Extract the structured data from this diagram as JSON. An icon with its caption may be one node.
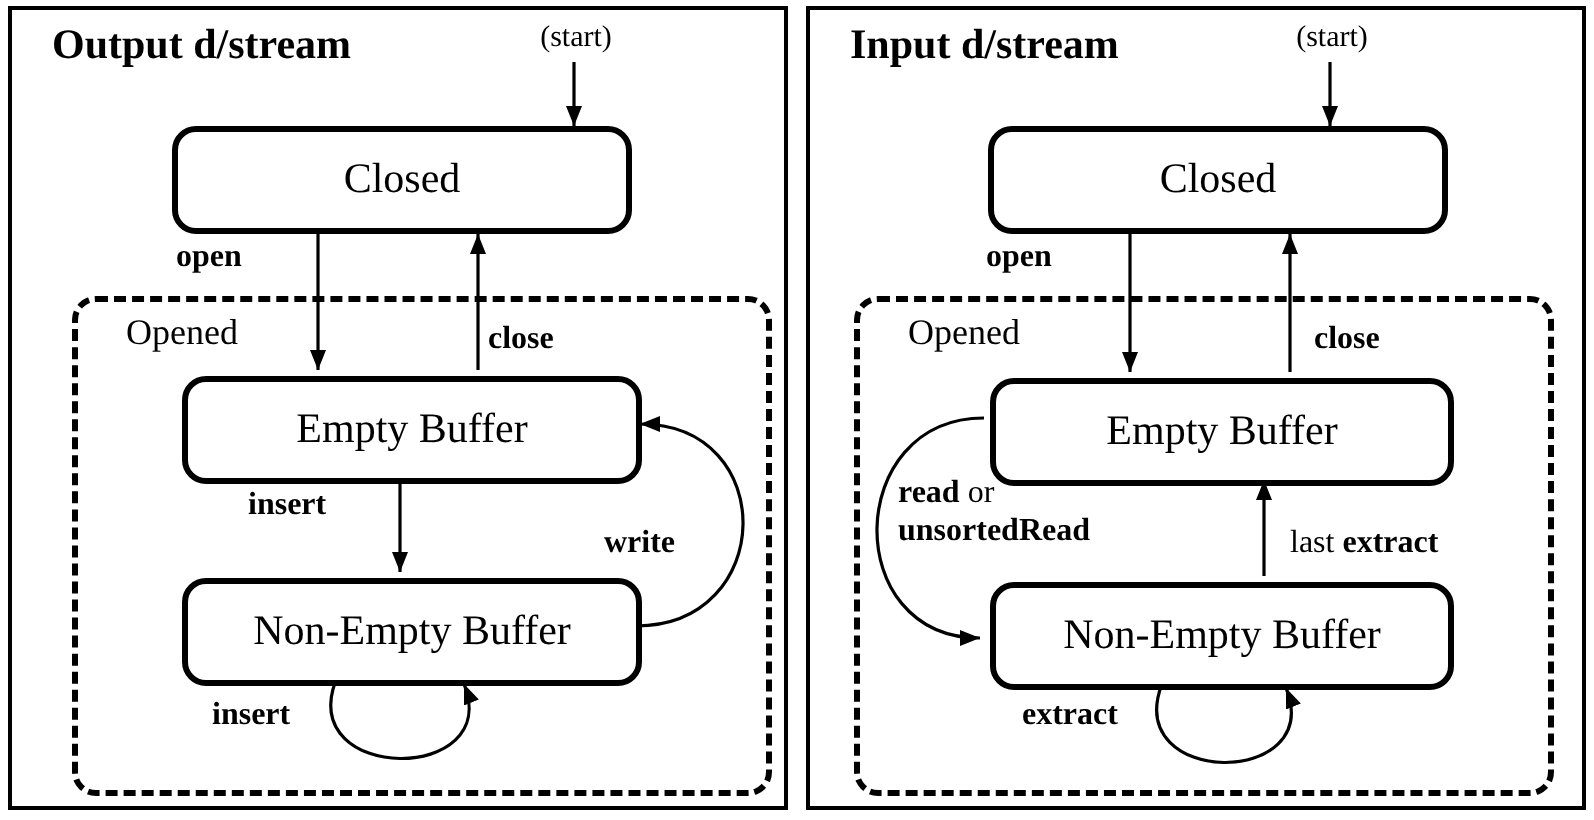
{
  "diagram": {
    "nodes": [
      {
        "text": [
          "Output d/stream"
        ]
      },
      {
        "text": [
          "(start)"
        ],
        "in": 0
      },
      {
        "text": [
          "Closed"
        ],
        "in": 0
      },
      {
        "text": [
          "Opened"
        ],
        "in": 0
      },
      {
        "text": [
          "Empty Buffer"
        ],
        "in": 3
      },
      {
        "text": [
          "Non-Empty Buffer"
        ],
        "in": 3
      },
      {
        "text": [
          "Input d/stream"
        ]
      },
      {
        "text": [
          "(start)"
        ],
        "in": 6
      },
      {
        "text": [
          "Closed"
        ],
        "in": 6
      },
      {
        "text": [
          "Opened"
        ],
        "in": 6
      },
      {
        "text": [
          "Empty Buffer"
        ],
        "in": 9
      },
      {
        "text": [
          "Non-Empty Buffer"
        ],
        "in": 9
      }
    ],
    "edges": [
      {
        "from": 1,
        "to": 2,
        "arrow": "to"
      },
      {
        "from": 2,
        "to": 4,
        "arrow": "to",
        "label": "open"
      },
      {
        "from": 4,
        "to": 2,
        "arrow": "to",
        "label": "close"
      },
      {
        "from": 4,
        "to": 5,
        "arrow": "to",
        "label": "insert"
      },
      {
        "from": 5,
        "to": 4,
        "arrow": "to",
        "label": "write"
      },
      {
        "from": 5,
        "to": 5,
        "arrow": "to",
        "label": "insert"
      },
      {
        "from": 7,
        "to": 8,
        "arrow": "to"
      },
      {
        "from": 8,
        "to": 10,
        "arrow": "to",
        "label": "open"
      },
      {
        "from": 10,
        "to": 8,
        "arrow": "to",
        "label": "close"
      },
      {
        "from": 10,
        "to": 11,
        "arrow": "to",
        "label": "**read** or **unsortedRead**"
      },
      {
        "from": 11,
        "to": 10,
        "arrow": "to",
        "label": "last **extract**"
      },
      {
        "from": 11,
        "to": 11,
        "arrow": "to",
        "label": "extract"
      }
    ]
  }
}
